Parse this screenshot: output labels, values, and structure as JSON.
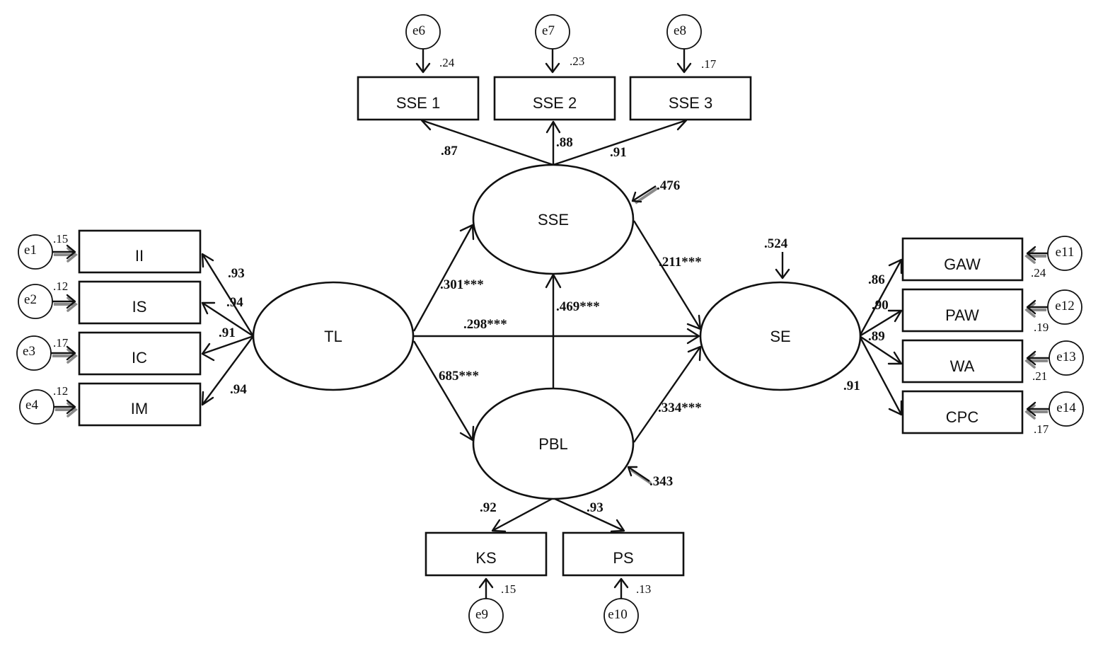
{
  "observed": {
    "ii": "II",
    "is": "IS",
    "ic": "IC",
    "im": "IM",
    "sse1": "SSE 1",
    "sse2": "SSE 2",
    "sse3": "SSE 3",
    "ks": "KS",
    "ps": "PS",
    "gaw": "GAW",
    "paw": "PAW",
    "wa": "WA",
    "cpc": "CPC"
  },
  "latent": {
    "tl": "TL",
    "sse": "SSE",
    "pbl": "PBL",
    "se": "SE"
  },
  "errors": {
    "e1": "e1",
    "e2": "e2",
    "e3": "e3",
    "e4": "e4",
    "e6": "e6",
    "e7": "e7",
    "e8": "e8",
    "e9": "e9",
    "e10": "e10",
    "e11": "e11",
    "e12": "e12",
    "e13": "e13",
    "e14": "e14"
  },
  "error_values": {
    "e1": ".15",
    "e2": ".12",
    "e3": ".17",
    "e4": ".12",
    "e6": ".24",
    "e7": ".23",
    "e8": ".17",
    "e9": ".15",
    "e10": ".13",
    "e11": ".24",
    "e12": ".19",
    "e13": ".21",
    "e14": ".17"
  },
  "loadings": {
    "tl_ii": ".93",
    "tl_is": ".94",
    "tl_ic": ".91",
    "tl_im": ".94",
    "sse_sse1": ".87",
    "sse_sse2": ".88",
    "sse_sse3": ".91",
    "pbl_ks": ".92",
    "pbl_ps": ".93",
    "se_gaw": ".86",
    "se_paw": ".90",
    "se_wa": ".89",
    "se_cpc": ".91"
  },
  "paths": {
    "tl_sse": ".301***",
    "tl_se": ".298***",
    "tl_pbl": "685***",
    "pbl_sse": ".469***",
    "sse_se": ".211***",
    "pbl_se": ".334***"
  },
  "residuals": {
    "sse": ".476",
    "pbl": ".343",
    "se": ".524"
  }
}
